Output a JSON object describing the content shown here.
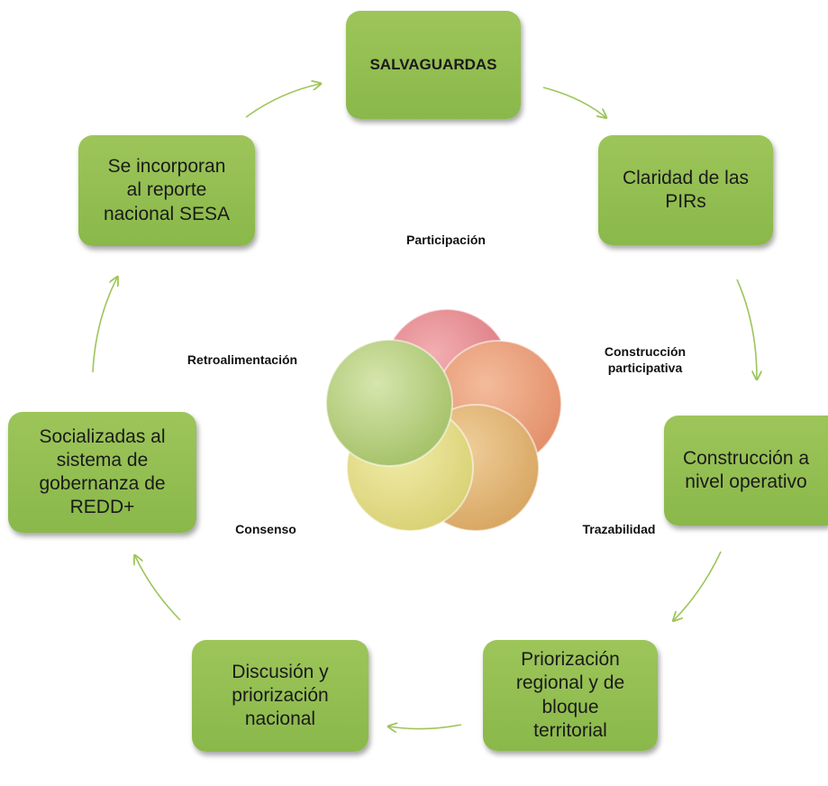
{
  "nodes": {
    "salvaguardas": "SALVAGUARDAS",
    "claridad": "Claridad de las\nPIRs",
    "construccion_operativo": "Construcción a\nnivel operativo",
    "priorizacion_regional": "Priorización\nregional y de\nbloque\nterritorial",
    "discusion_nacional": "Discusión y\npriorización\nnacional",
    "socializadas": "Socializadas al\nsistema de\ngobernanza de\nREDD+",
    "incorporan": "Se incorporan\nal reporte\nnacional SESA"
  },
  "labels": {
    "participacion": "Participación",
    "construccion_participativa": "Construcción\nparticipativa",
    "trazabilidad": "Trazabilidad",
    "consenso": "Consenso",
    "retroalimentacion": "Retroalimentación"
  },
  "colors": {
    "node_fill": "#9dc55a",
    "arrow": "#9dc55a",
    "circle_red": "#d9646b",
    "circle_orange": "#e6875a",
    "circle_amber": "#d9a04d",
    "circle_yellow": "#dcd46a",
    "circle_green": "#a6c45a"
  }
}
